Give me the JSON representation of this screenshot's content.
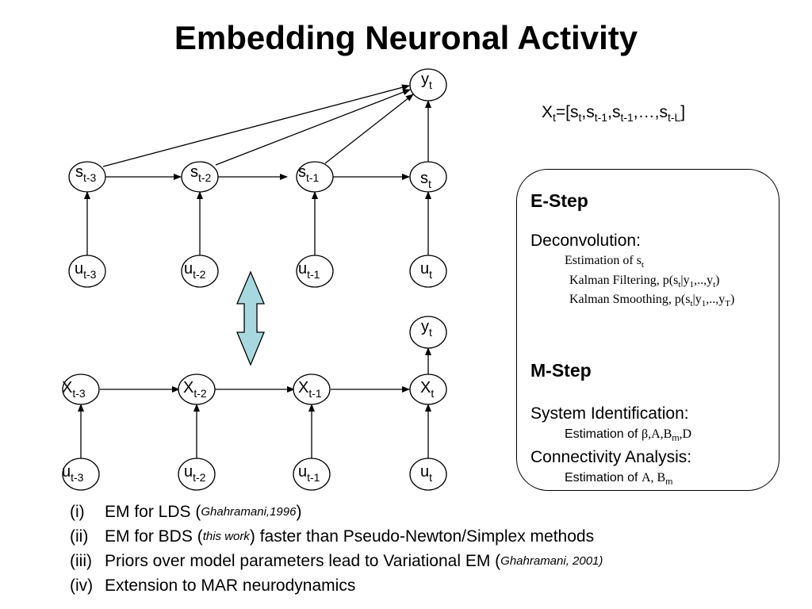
{
  "title": "Embedding Neuronal Activity",
  "upper_chain": {
    "top": {
      "base": "y",
      "sub": "t"
    },
    "states": [
      {
        "base": "s",
        "sub": "t-3"
      },
      {
        "base": "s",
        "sub": "t-2"
      },
      {
        "base": "s",
        "sub": "t-1"
      },
      {
        "base": "s",
        "sub": "t"
      }
    ],
    "inputs": [
      {
        "base": "u",
        "sub": "t-3"
      },
      {
        "base": "u",
        "sub": "t-2"
      },
      {
        "base": "u",
        "sub": "t-1"
      },
      {
        "base": "u",
        "sub": "t"
      }
    ]
  },
  "lower_chain": {
    "top": {
      "base": "y",
      "sub": "t"
    },
    "states": [
      {
        "base": "X",
        "sub": "t-3"
      },
      {
        "base": "X",
        "sub": "t-2"
      },
      {
        "base": "X",
        "sub": "t-1"
      },
      {
        "base": "X",
        "sub": "t"
      }
    ],
    "inputs": [
      {
        "base": "u",
        "sub": "t-3"
      },
      {
        "base": "u",
        "sub": "t-2"
      },
      {
        "base": "u",
        "sub": "t-1"
      },
      {
        "base": "u",
        "sub": "t"
      }
    ]
  },
  "state_definition": {
    "lhs": "X",
    "lhs_sub": "t",
    "eq": "=[",
    "s1": "s",
    "s1_sub": "t",
    "c1": ",",
    "s2": "s",
    "s2_sub": "t-1",
    "c2": ",",
    "s3": "s",
    "s3_sub": "t-1",
    "c3": ",…,",
    "s4": "s",
    "s4_sub": "t-L",
    "end": "]"
  },
  "em_box": {
    "e_step": {
      "heading": "E-Step",
      "section": "Deconvolution:",
      "line1": {
        "text": "Estimation of s",
        "sub": "t"
      },
      "line2": {
        "a": "Kalman Filtering, p(s",
        "a_sub": "t",
        "b": "|y",
        "b_sub": "1",
        "c": ",..,y",
        "c_sub": "t",
        "d": ")"
      },
      "line3": {
        "a": "Kalman Smoothing, p(s",
        "a_sub": "t",
        "b": "|y",
        "b_sub": "1",
        "c": ",..,y",
        "c_sub": "T",
        "d": ")"
      }
    },
    "m_step": {
      "heading": "M-Step",
      "section1": "System Identification:",
      "line1": {
        "prefix": "Estimation of ",
        "a": "β,A,B",
        "a_sub": "m",
        "b": ",D"
      },
      "section2": "Connectivity Analysis:",
      "line2": {
        "prefix": "Estimation of ",
        "a": "A, B",
        "a_sub": "m"
      }
    }
  },
  "notes": [
    {
      "num": "(i)",
      "text": "EM for LDS (",
      "cite": "Ghahramani,1996",
      "after": ")"
    },
    {
      "num": "(ii)",
      "text": "EM for BDS (",
      "cite": "this work",
      "after": ") faster than Pseudo-Newton/Simplex methods"
    },
    {
      "num": "(iii)",
      "text": "Priors over model parameters lead to Variational EM (",
      "cite": "Ghahramani, 2001)",
      "after": ""
    },
    {
      "num": "(iv)",
      "text": "Extension to MAR neurodynamics",
      "cite": "",
      "after": ""
    }
  ],
  "colors": {
    "double_arrow_fill": "#a8d8df",
    "line": "#000000"
  }
}
